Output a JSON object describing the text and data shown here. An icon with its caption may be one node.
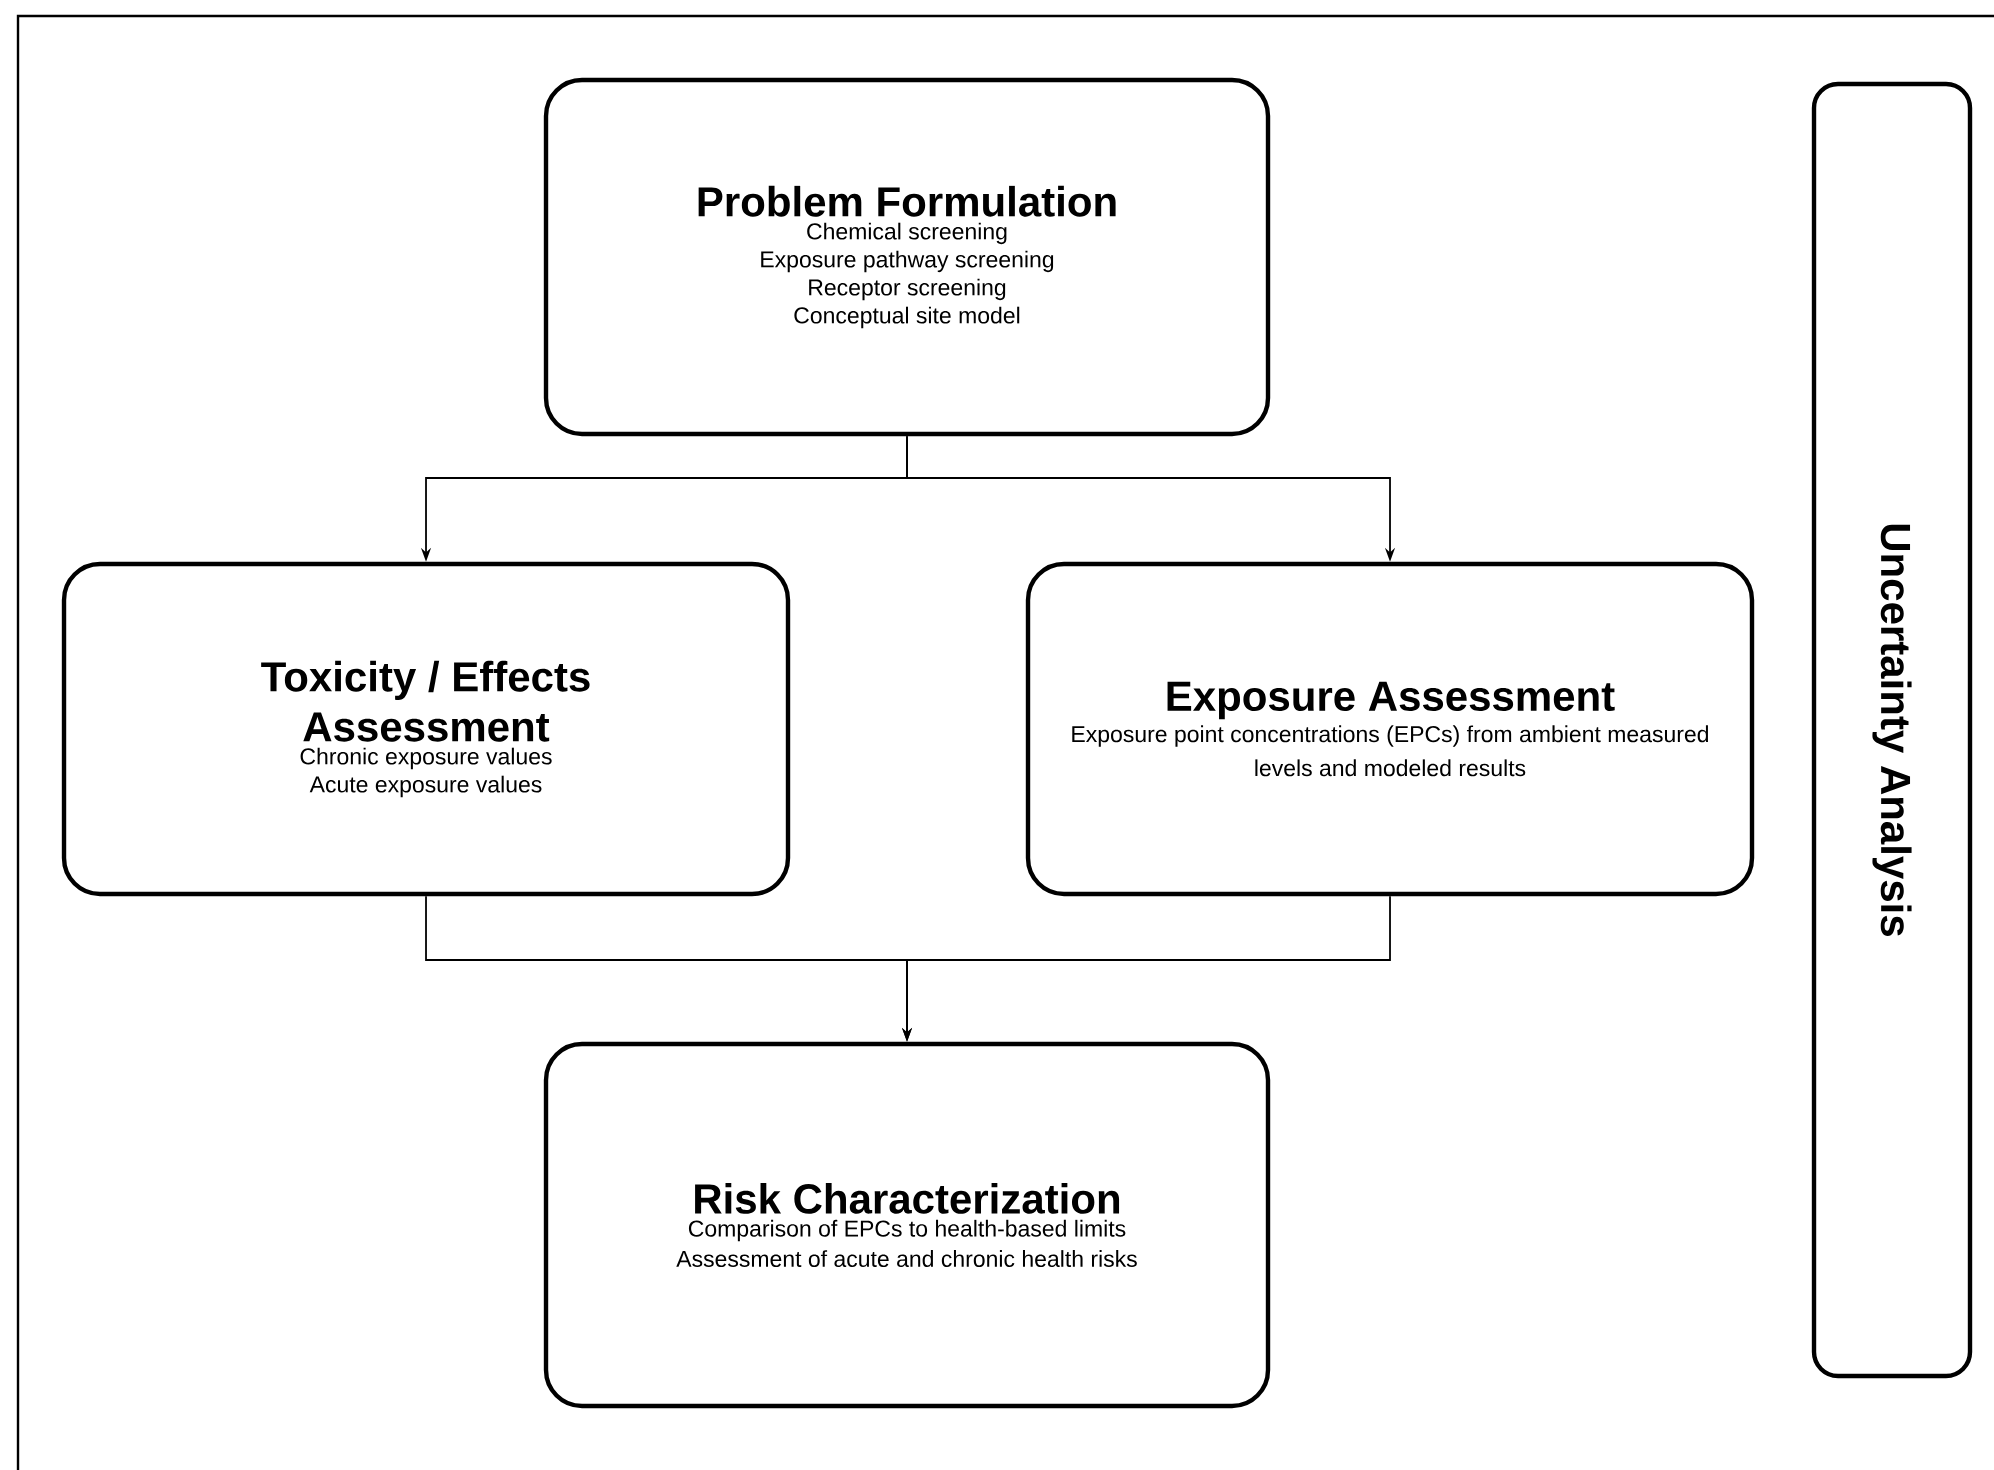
{
  "diagram": {
    "nodes": [
      {
        "text": [
          "Problem Formulation",
          "Chemical screening",
          "Exposure pathway screening",
          "Receptor screening",
          "Conceptual site model"
        ]
      },
      {
        "text": [
          "Toxicity / Effects Assessment",
          "Chronic exposure values",
          "Acute exposure values"
        ]
      },
      {
        "text": [
          "Exposure Assessment",
          "Exposure point concentrations (EPCs) from ambient measured levels and modeled results"
        ]
      },
      {
        "text": [
          "Risk Characterization",
          "Comparison of EPCs to health-based limits",
          "Assessment of acute and chronic health risks"
        ]
      },
      {
        "text": [
          "Uncertainty Analysis"
        ]
      }
    ],
    "edges": [
      {
        "from": 0,
        "to": 1,
        "arrow": "to"
      },
      {
        "from": 0,
        "to": 2,
        "arrow": "to"
      },
      {
        "from": 1,
        "to": 3,
        "arrow": "to"
      },
      {
        "from": 2,
        "to": 3,
        "arrow": "to"
      }
    ]
  }
}
